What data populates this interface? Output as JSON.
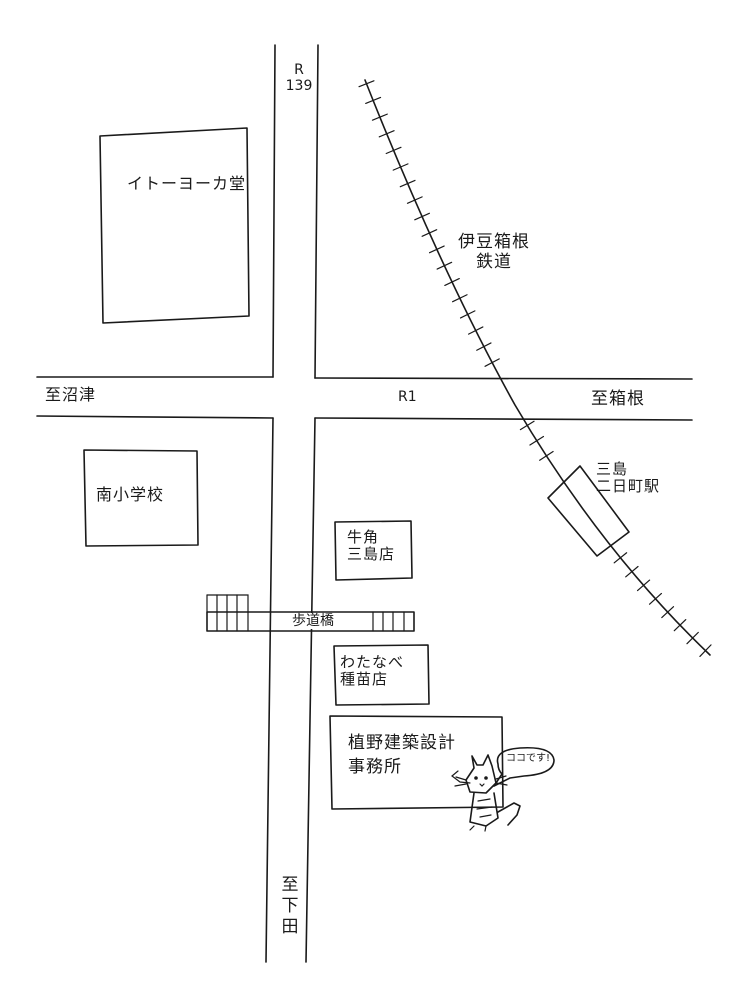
{
  "map": {
    "roads": {
      "route139": "R\n139",
      "route1": "R1",
      "to_numazu": "至沼津",
      "to_hakone": "至箱根",
      "to_shimoda": "至下田"
    },
    "railway": {
      "name": "伊豆箱根\n鉄道",
      "station": "三島\n二日町駅"
    },
    "places": {
      "ito_yokado": "イトーヨーカ堂",
      "minami_school": "南小学校",
      "gyukaku": "牛角\n三島店",
      "footbridge": "歩道橋",
      "watanabe": "わたなべ\n種苗店",
      "office": "植野建築設計\n事務所"
    },
    "callout": "ココです!"
  }
}
